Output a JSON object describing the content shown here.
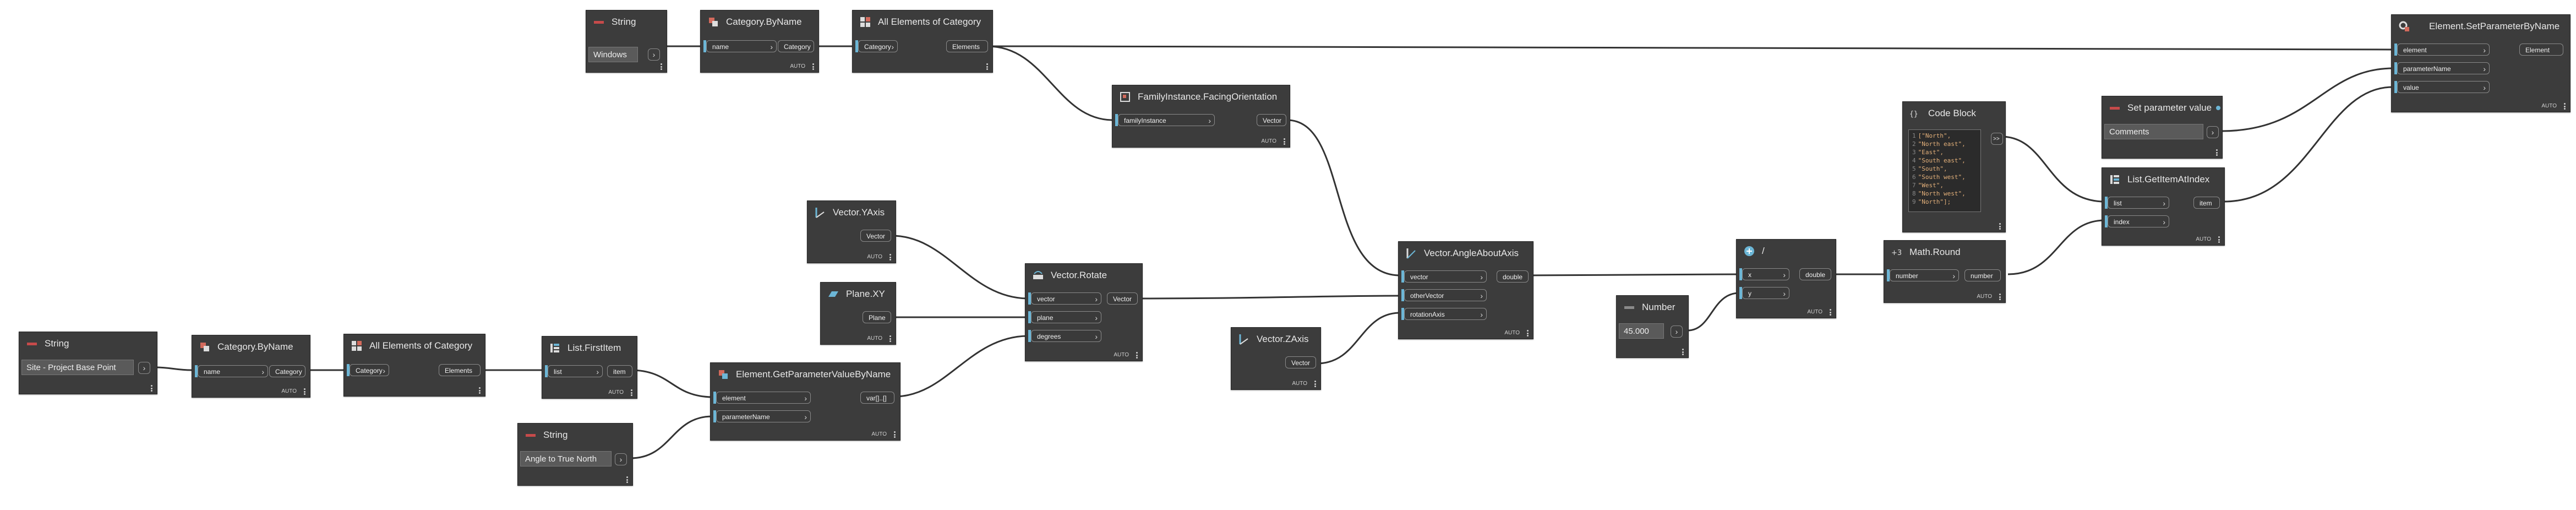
{
  "nodes": {
    "string_windows": {
      "title": "String",
      "value": "Windows"
    },
    "catbyname_top": {
      "title": "Category.ByName",
      "in_name": "name",
      "out": "Category",
      "auto": "AUTO"
    },
    "allelem_top": {
      "title": "All Elements of Category",
      "in": "Category",
      "out": "Elements"
    },
    "facing": {
      "title": "FamilyInstance.FacingOrientation",
      "in": "familyInstance",
      "out": "Vector",
      "auto": "AUTO"
    },
    "string_site": {
      "title": "String",
      "value": "Site - Project Base Point"
    },
    "catbyname_bot": {
      "title": "Category.ByName",
      "in_name": "name",
      "out": "Category",
      "auto": "AUTO"
    },
    "allelem_bot": {
      "title": "All Elements of Category",
      "in": "Category",
      "out": "Elements"
    },
    "firstitem": {
      "title": "List.FirstItem",
      "in": "list",
      "out": "item",
      "auto": "AUTO"
    },
    "getparam": {
      "title": "Element.GetParameterValueByName",
      "in1": "element",
      "in2": "parameterName",
      "out": "var[]..[]",
      "auto": "AUTO"
    },
    "string_angle": {
      "title": "String",
      "value": "Angle to True North"
    },
    "yaxis": {
      "title": "Vector.YAxis",
      "out": "Vector",
      "auto": "AUTO"
    },
    "planexy": {
      "title": "Plane.XY",
      "out": "Plane",
      "auto": "AUTO"
    },
    "rotate": {
      "title": "Vector.Rotate",
      "in1": "vector",
      "in2": "plane",
      "in3": "degrees",
      "out": "Vector",
      "auto": "AUTO"
    },
    "zaxis": {
      "title": "Vector.ZAxis",
      "out": "Vector",
      "auto": "AUTO"
    },
    "angleabout": {
      "title": "Vector.AngleAboutAxis",
      "in1": "vector",
      "in2": "otherVector",
      "in3": "rotationAxis",
      "out": "double",
      "auto": "AUTO"
    },
    "number": {
      "title": "Number",
      "value": "45.000"
    },
    "divide": {
      "title": "/",
      "in1": "x",
      "in2": "y",
      "out": "double",
      "auto": "AUTO"
    },
    "mathround": {
      "title": "Math.Round",
      "in": "number",
      "out": "number",
      "auto": "AUTO"
    },
    "codeblock": {
      "title": "Code Block",
      "out": ">>",
      "lines": [
        {
          "n": "1",
          "t": "[\"North\","
        },
        {
          "n": "2",
          "t": "\"North east\","
        },
        {
          "n": "3",
          "t": "\"East\","
        },
        {
          "n": "4",
          "t": "\"South east\","
        },
        {
          "n": "5",
          "t": "\"South\","
        },
        {
          "n": "6",
          "t": "\"South west\","
        },
        {
          "n": "7",
          "t": "\"West\","
        },
        {
          "n": "8",
          "t": "\"North west\","
        },
        {
          "n": "9",
          "t": "\"North\"];"
        }
      ]
    },
    "setparamval": {
      "title": "Set parameter value",
      "value": "Comments"
    },
    "getitem": {
      "title": "List.GetItemAtIndex",
      "in1": "list",
      "in2": "index",
      "out": "item",
      "auto": "AUTO"
    },
    "setparam": {
      "title": "Element.SetParameterByName",
      "in1": "element",
      "in2": "parameterName",
      "in3": "value",
      "out": "Element",
      "auto": "AUTO"
    }
  },
  "colors": {
    "node_bg": "#3c3c3c",
    "port_accent": "#6cb6d6",
    "wire": "#333333",
    "string_tag": "#c64a4a"
  }
}
